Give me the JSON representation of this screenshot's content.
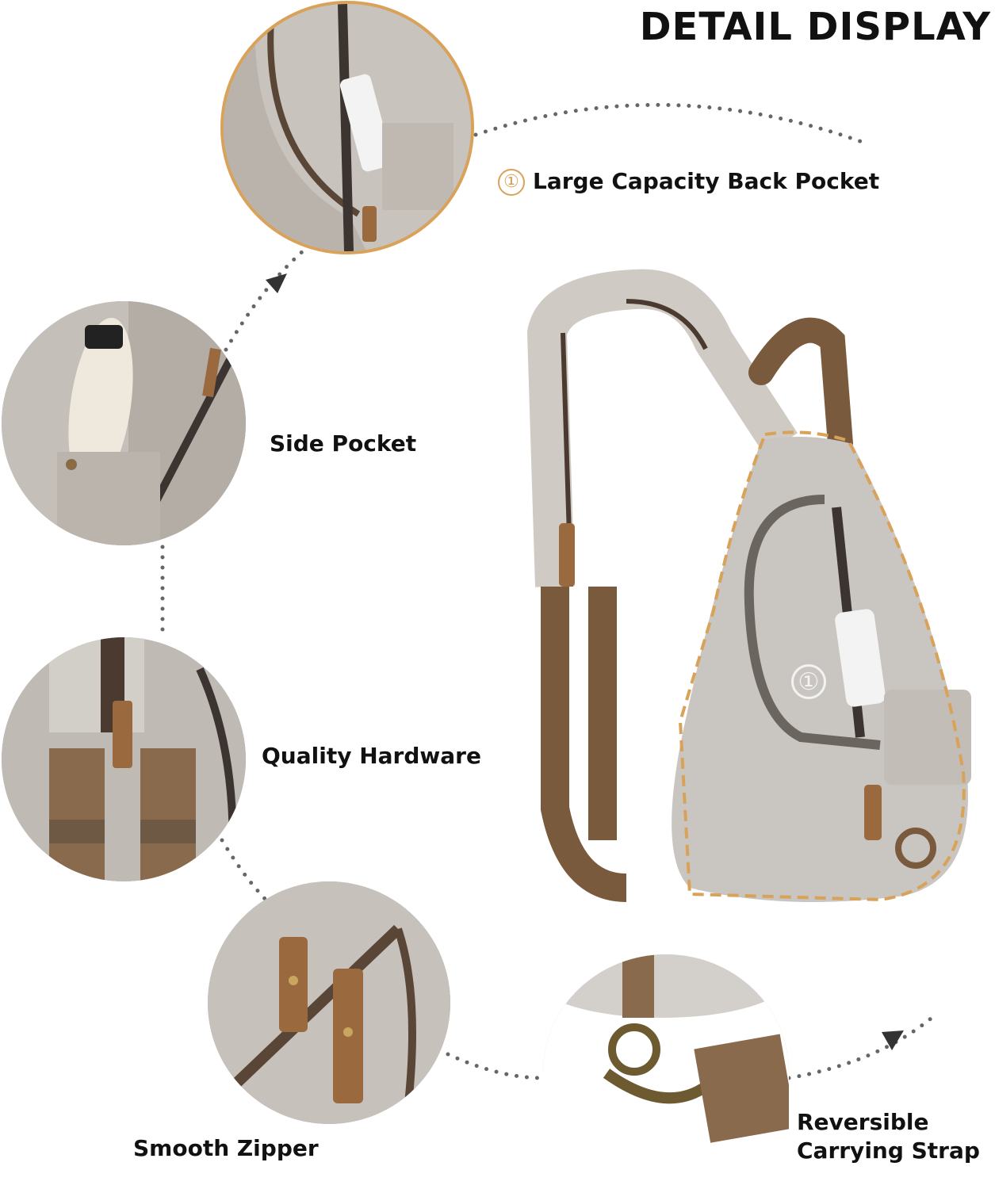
{
  "title": "DETAIL DISPLAY",
  "features": [
    {
      "number": "①",
      "label": "Large Capacity Back Pocket"
    },
    {
      "label": "Side Pocket"
    },
    {
      "label": "Quality Hardware"
    },
    {
      "label": "Smooth Zipper"
    },
    {
      "label_line1": "Reversible",
      "label_line2": "Carrying Strap"
    }
  ],
  "bag_marker": "①",
  "colors": {
    "accent": "#d9a25a",
    "canvas": "#c9c5c0",
    "leather": "#9a6a3e",
    "strap": "#7a5a3c",
    "zipper": "#4a3a30",
    "dots": "#666666"
  }
}
